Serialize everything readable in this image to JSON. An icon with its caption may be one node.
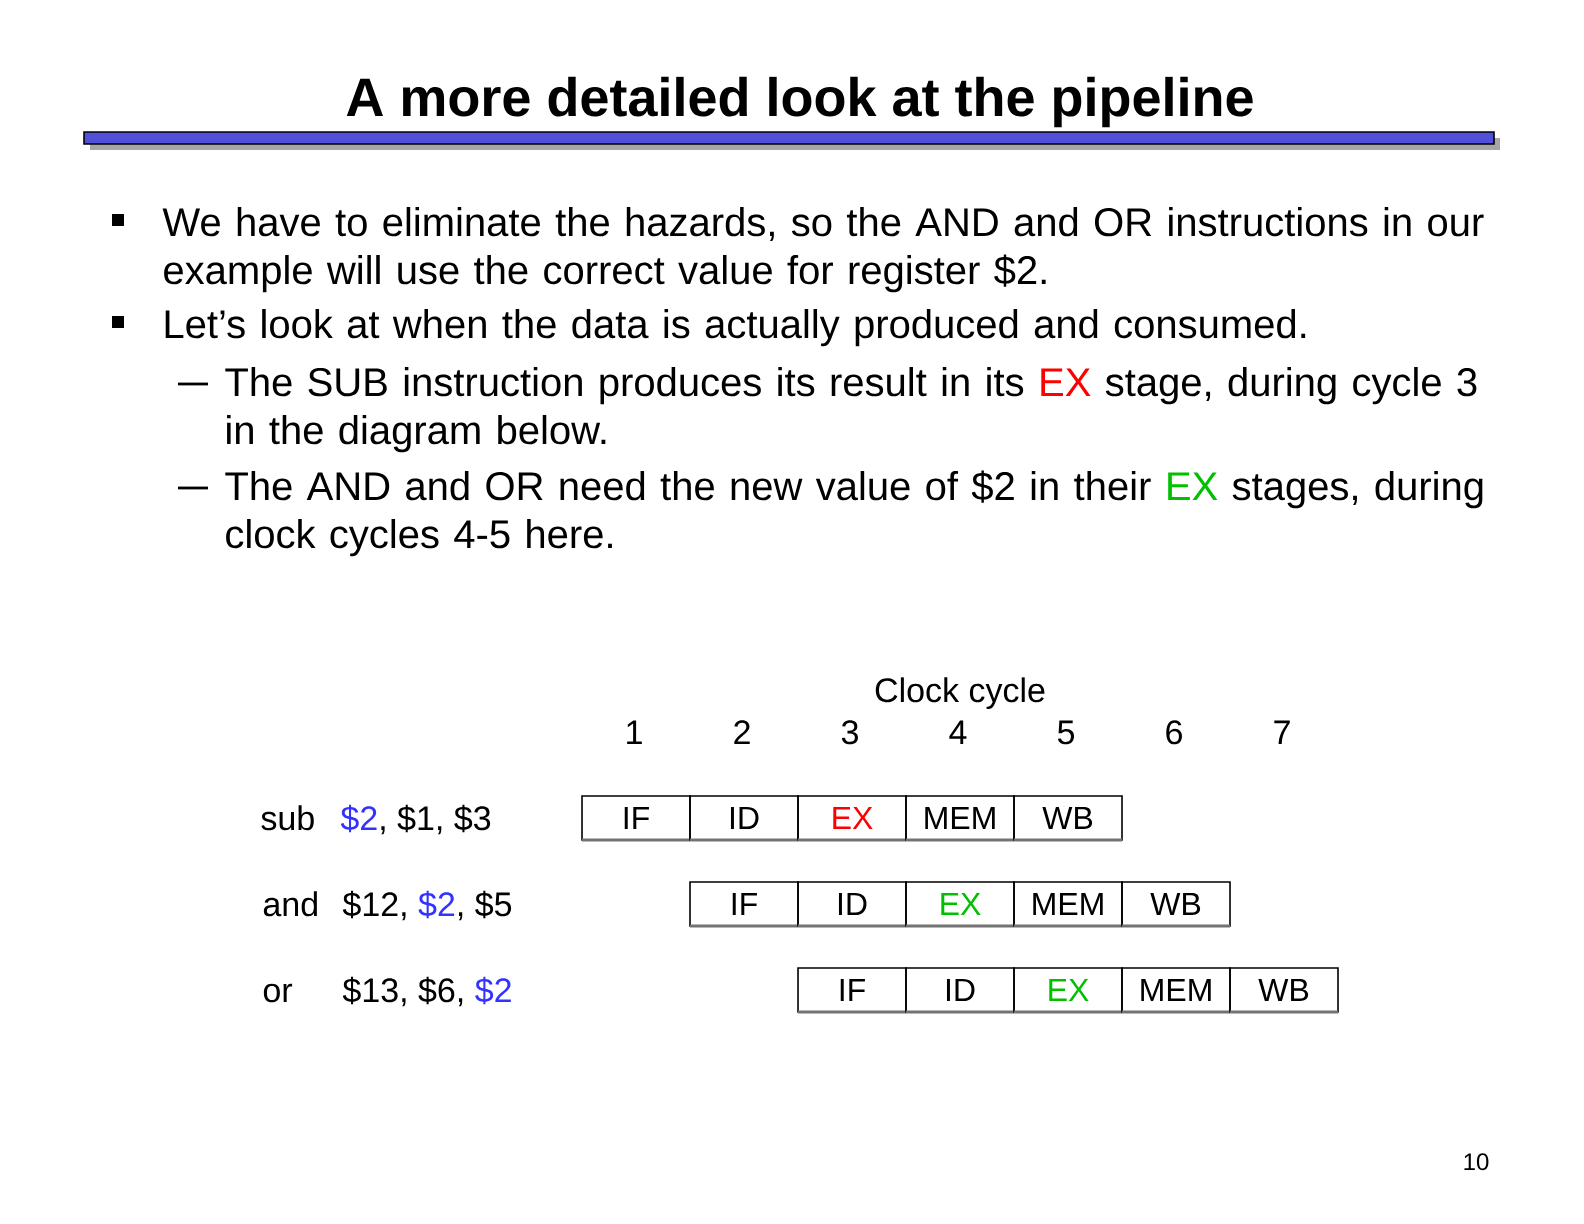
{
  "diagram": {
    "title": "A more detailed look at the pipeline",
    "nodes": [
      {
        "text": [
          "IF"
        ]
      },
      {
        "text": [
          "ID"
        ]
      },
      {
        "text": [
          "EX"
        ]
      },
      {
        "text": [
          "MEM"
        ]
      },
      {
        "text": [
          "WB"
        ]
      },
      {
        "text": [
          "IF"
        ]
      },
      {
        "text": [
          "ID"
        ]
      },
      {
        "text": [
          "EX"
        ]
      },
      {
        "text": [
          "MEM"
        ]
      },
      {
        "text": [
          "WB"
        ]
      },
      {
        "text": [
          "IF"
        ]
      },
      {
        "text": [
          "ID"
        ]
      },
      {
        "text": [
          "EX"
        ]
      },
      {
        "text": [
          "MEM"
        ]
      },
      {
        "text": [
          "WB"
        ]
      }
    ],
    "labels": [
      "We have to eliminate the hazards, so the AND and OR instructions in our example will use the correct value for register $2.",
      "Let’s look at when the data is actually produced and consumed.",
      "The SUB instruction produces its result in its EX stage, during cycle 3 in the diagram below.",
      "The AND and OR need the new value of $2 in their EX stages, during clock cycles 4-5 here.",
      "Clock cycle",
      "1",
      "2",
      "3",
      "4",
      "5",
      "6",
      "7",
      "sub",
      "$2, $1, $3",
      "and",
      "$12, $2, $5",
      "or",
      "$13, $6, $2",
      "10"
    ]
  }
}
